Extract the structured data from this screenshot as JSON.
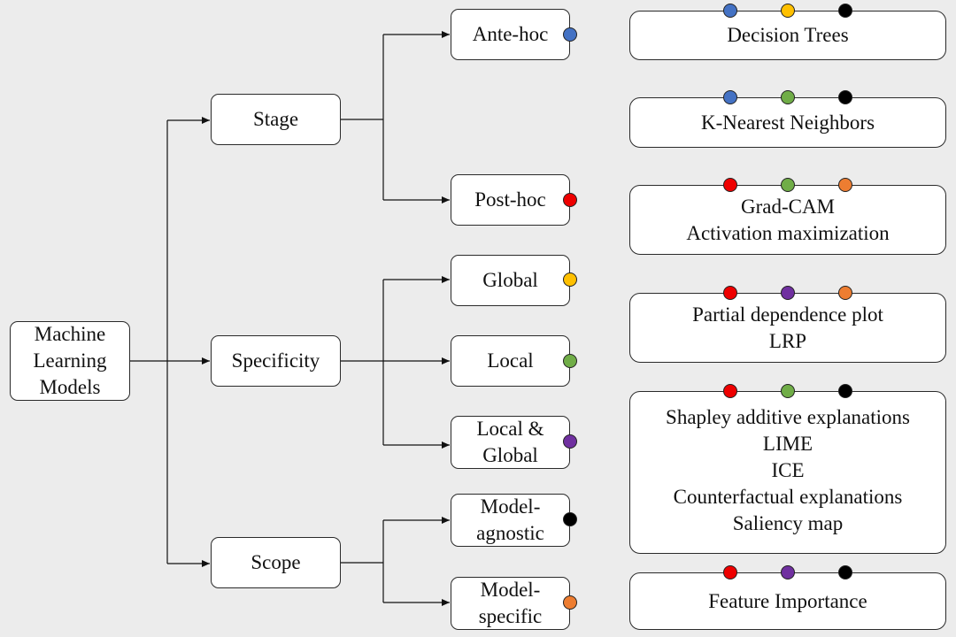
{
  "colors": {
    "blue": "#4472c4",
    "yellow": "#ffc000",
    "red": "#ee0000",
    "green": "#70ad47",
    "purple": "#7030a0",
    "black": "#000000",
    "orange": "#ed7d31"
  },
  "root": {
    "lines": [
      "Machine",
      "Learning",
      "Models"
    ]
  },
  "categories": [
    {
      "label": "Stage"
    },
    {
      "label": "Specificity"
    },
    {
      "label": "Scope"
    }
  ],
  "leaves": [
    {
      "lines": [
        "Ante-hoc"
      ],
      "color": "#4472c4"
    },
    {
      "lines": [
        "Post-hoc"
      ],
      "color": "#ee0000"
    },
    {
      "lines": [
        "Global"
      ],
      "color": "#ffc000"
    },
    {
      "lines": [
        "Local"
      ],
      "color": "#70ad47"
    },
    {
      "lines": [
        "Local &",
        "Global"
      ],
      "color": "#7030a0"
    },
    {
      "lines": [
        "Model-",
        "agnostic"
      ],
      "color": "#000000"
    },
    {
      "lines": [
        "Model-",
        "specific"
      ],
      "color": "#ed7d31"
    }
  ],
  "methods": [
    {
      "items": [
        "Decision Trees"
      ],
      "dots": [
        "#4472c4",
        "#ffc000",
        "#000000"
      ]
    },
    {
      "items": [
        "K-Nearest Neighbors"
      ],
      "dots": [
        "#4472c4",
        "#70ad47",
        "#000000"
      ]
    },
    {
      "items": [
        "Grad-CAM",
        "Activation maximization"
      ],
      "dots": [
        "#ee0000",
        "#70ad47",
        "#ed7d31"
      ]
    },
    {
      "items": [
        "Partial dependence plot",
        "LRP"
      ],
      "dots": [
        "#ee0000",
        "#7030a0",
        "#ed7d31"
      ]
    },
    {
      "items": [
        "Shapley additive explanations",
        "LIME",
        "ICE",
        "Counterfactual explanations",
        "Saliency map"
      ],
      "dots": [
        "#ee0000",
        "#70ad47",
        "#000000"
      ]
    },
    {
      "items": [
        "Feature Importance"
      ],
      "dots": [
        "#ee0000",
        "#7030a0",
        "#000000"
      ]
    }
  ]
}
